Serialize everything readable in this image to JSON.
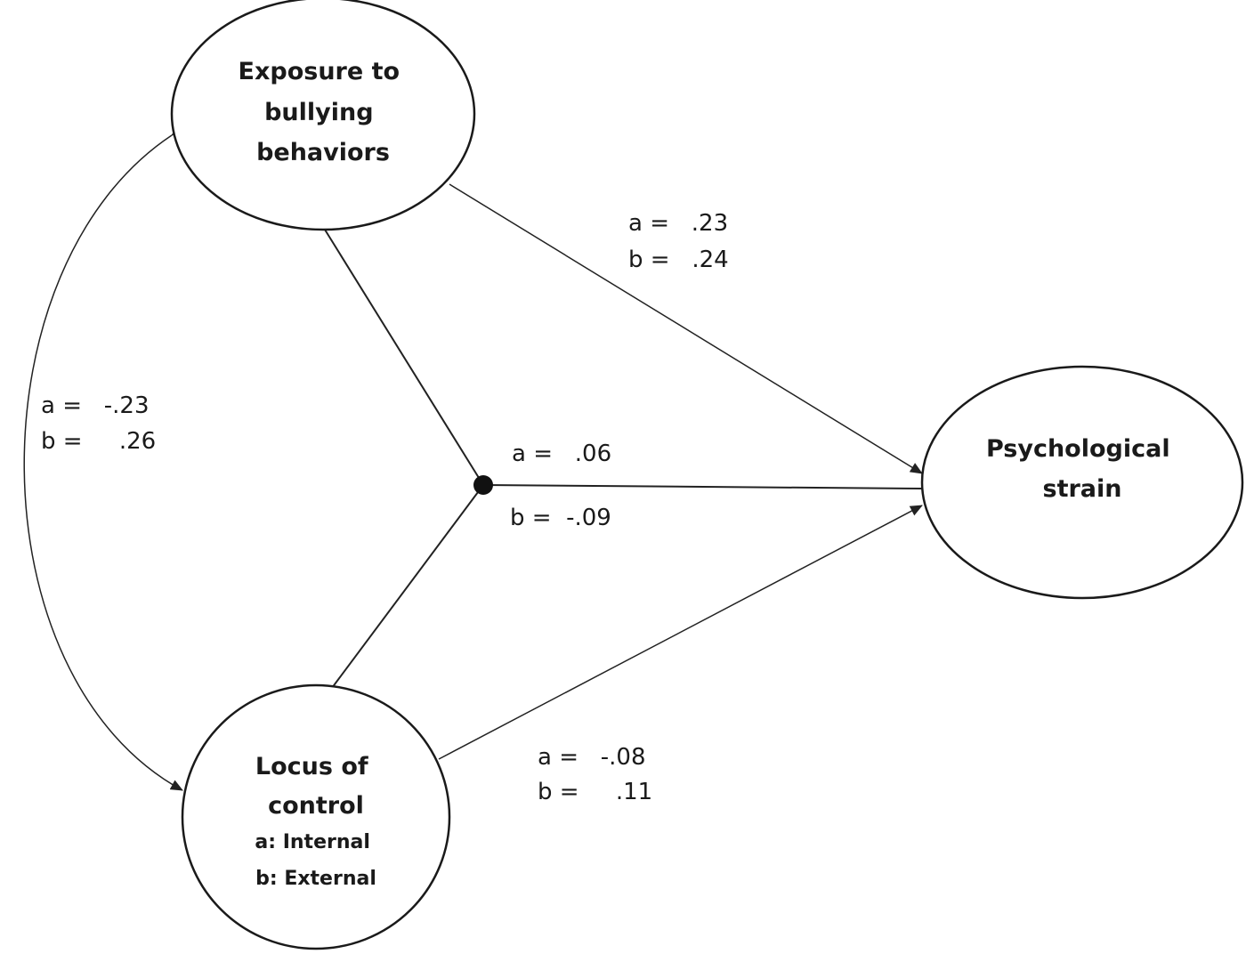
{
  "nodes": {
    "exposure": {
      "lines": [
        "Exposure to",
        "bullying",
        "behaviors"
      ]
    },
    "locus": {
      "lines": [
        "Locus of",
        "control"
      ],
      "sub_lines": [
        "a: Internal",
        "b: External"
      ]
    },
    "strain": {
      "lines": [
        "Psychological",
        "strain"
      ]
    }
  },
  "coefficients": {
    "correlation": {
      "a": "a =   -.23",
      "b": "b =     .26"
    },
    "exposure_to_strain": {
      "a": "a =   .23",
      "b": "b =   .24"
    },
    "interaction": {
      "a": "a =   .06",
      "b": "b =  -.09"
    },
    "locus_to_strain": {
      "a": "a =   -.08",
      "b": "b =     .11"
    }
  },
  "colors": {
    "ink": "#1a1a1a",
    "background": "#ffffff"
  }
}
